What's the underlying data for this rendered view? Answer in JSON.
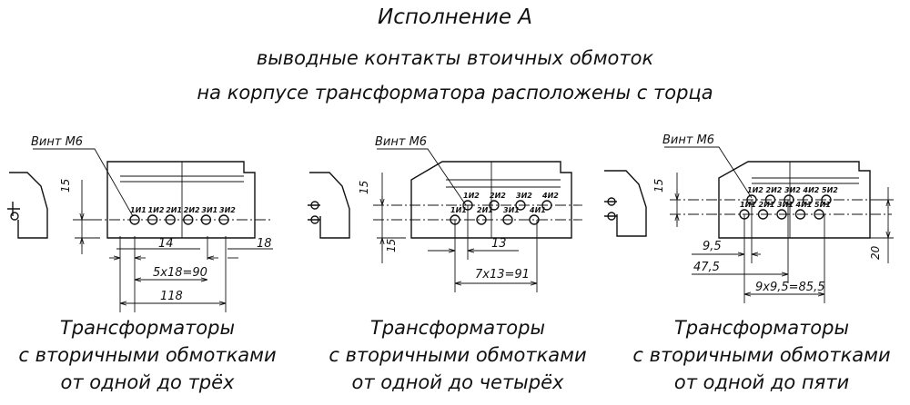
{
  "heading": {
    "title": "Исполнение А",
    "line1": "выводные контакты втоичных обмоток",
    "line2": "на корпусе трансформатора расположены с торца"
  },
  "variants": [
    {
      "screw_label": "Винт М6",
      "upper_contacts": [
        "1И1",
        "1И2",
        "2И1",
        "2И2",
        "3И1",
        "3И2"
      ],
      "lower_contacts": [],
      "dims": {
        "height": "15",
        "pitch": "14",
        "edge": "18",
        "chain": "5x18=90",
        "overall": "118"
      },
      "caption": [
        "Трансформаторы",
        "с вторичными обмотками",
        "от одной до трёх"
      ]
    },
    {
      "screw_label": "Винт М6",
      "upper_contacts": [
        "1И2",
        "2И2",
        "3И2",
        "4И2"
      ],
      "lower_contacts": [
        "1И1",
        "2И1",
        "3И1",
        "4И1"
      ],
      "dims": {
        "height_top": "15",
        "height_bottom": "15",
        "pitch": "13",
        "chain": "7x13=91"
      },
      "caption": [
        "Трансформаторы",
        "с вторичными обмотками",
        "от одной до четырёх"
      ]
    },
    {
      "screw_label": "Винт М6",
      "upper_contacts": [
        "1И2",
        "2И2",
        "3И2",
        "4И2",
        "5И2"
      ],
      "lower_contacts": [
        "1И1",
        "2И1",
        "3И1",
        "4И1",
        "5И1"
      ],
      "dims": {
        "height_top": "15",
        "height_right": "20",
        "offset_a": "9,5",
        "offset_b": "47,5",
        "chain": "9x9,5=85,5"
      },
      "caption": [
        "Трансформаторы",
        "с вторичными обмотками",
        "от одной до пяти"
      ]
    }
  ]
}
